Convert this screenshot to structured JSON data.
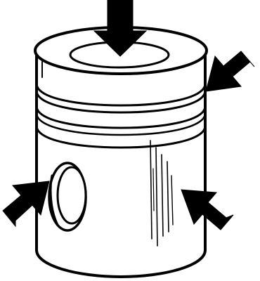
{
  "illustration": {
    "subject": "piston-icon",
    "colors": {
      "ink": "#000000",
      "paper": "#ffffff"
    },
    "arrows": [
      {
        "name": "top-arrow-icon",
        "direction": "down"
      },
      {
        "name": "upper-right-arrow-icon",
        "direction": "down-left"
      },
      {
        "name": "left-arrow-icon",
        "direction": "up-right"
      },
      {
        "name": "lower-right-arrow-icon",
        "direction": "up-left"
      }
    ]
  }
}
